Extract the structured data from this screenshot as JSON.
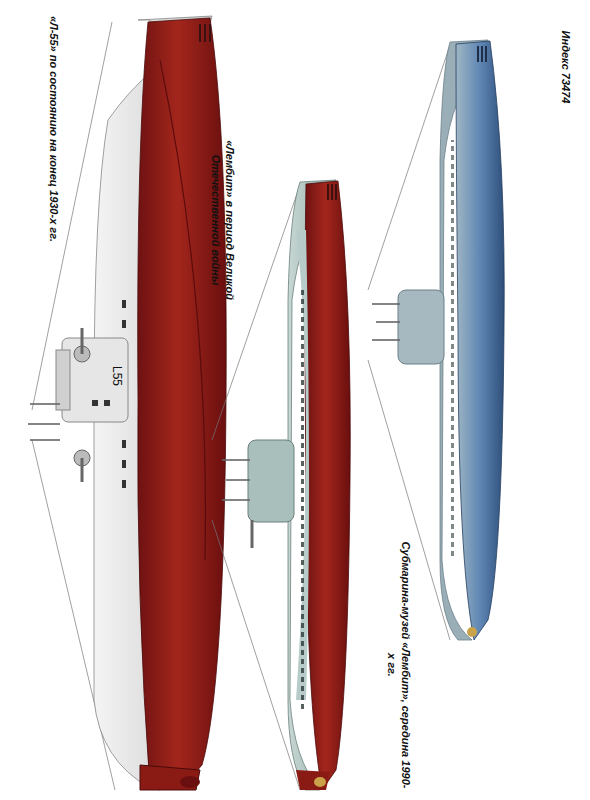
{
  "diagram": {
    "labels": [
      "«Л-55» по состоянию на конец 1930-х гг.",
      "L55",
      "«Лембит» в период Великой Отечественной войны",
      "Субмарина-музей «Лембит», середина 1990-х гг.",
      "Индекс 73474"
    ]
  }
}
